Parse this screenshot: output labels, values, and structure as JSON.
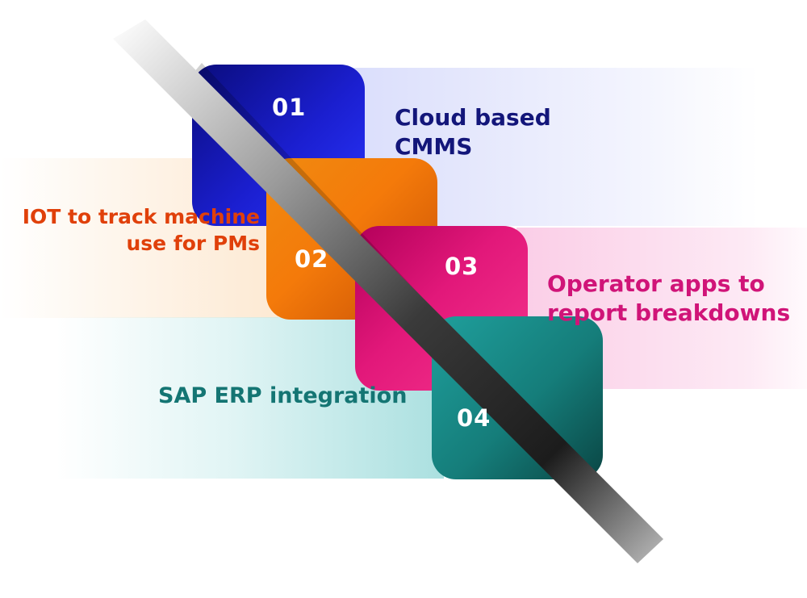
{
  "steps": [
    {
      "number": "01",
      "lines": [
        "Cloud based",
        "CMMS"
      ],
      "color": "#1b1fd0"
    },
    {
      "number": "02",
      "lines": [
        "IOT to track machine",
        "use for PMs"
      ],
      "color": "#f47a0a"
    },
    {
      "number": "03",
      "lines": [
        "Operator apps to",
        "report breakdowns"
      ],
      "color": "#e2187a"
    },
    {
      "number": "04",
      "lines": [
        "SAP ERP integration"
      ],
      "color": "#157d7a"
    }
  ]
}
